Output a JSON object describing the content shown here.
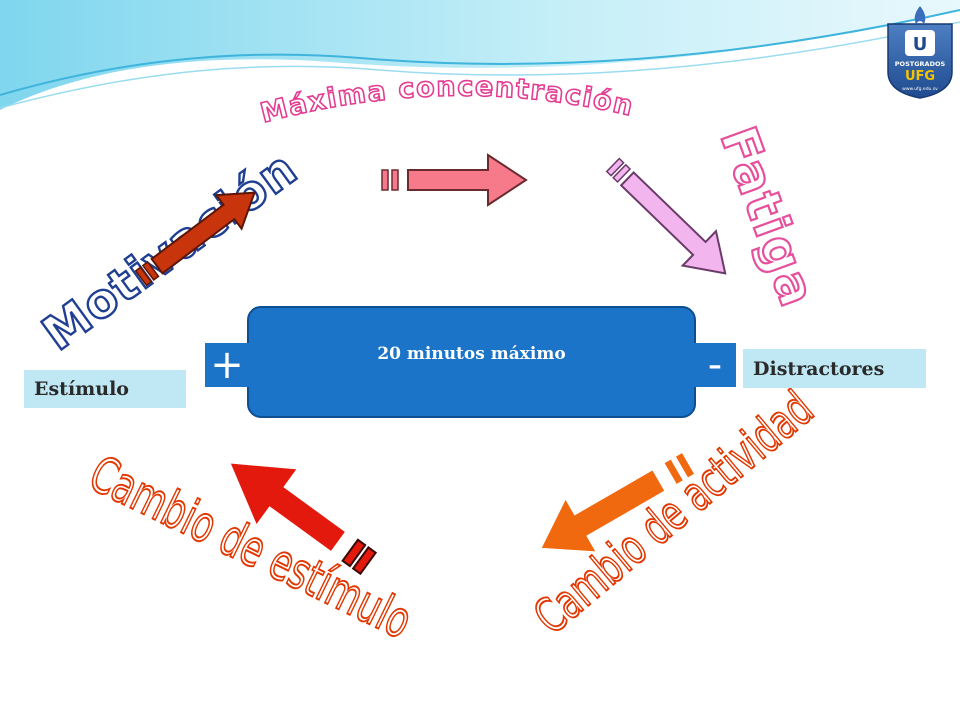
{
  "diagram": {
    "labels": {
      "motivacion": "Motivación",
      "maxima_concentracion": "Máxima concentración",
      "fatiga": "Fatiga",
      "cambio_actividad": "Cambio de actividad",
      "cambio_estimulo": "Cambio de estímulo"
    },
    "center": {
      "text": "20 minutos máximo",
      "plus": "+",
      "minus": "-"
    },
    "stimulus_label": "Estímulo",
    "distractors_label": "Distractores",
    "logo": {
      "top_text": "POSTGRADOS",
      "brand": "UFG",
      "url": "www.ufg.edu.sv"
    },
    "colors": {
      "motivacion_text": "#1f3f92",
      "maxima_text": "#e33d93",
      "fatiga_text": "#e64f9c",
      "cambio_text": "#e23700",
      "arrow_motivacion": "#c8340c",
      "arrow_concentracion": "#f77a8a",
      "arrow_fatiga": "#f3b5ee",
      "arrow_actividad": "#f1690f",
      "arrow_estimulo": "#e3190d",
      "center_box": "#1b74c8",
      "label_box": "#bfe8f4"
    }
  }
}
